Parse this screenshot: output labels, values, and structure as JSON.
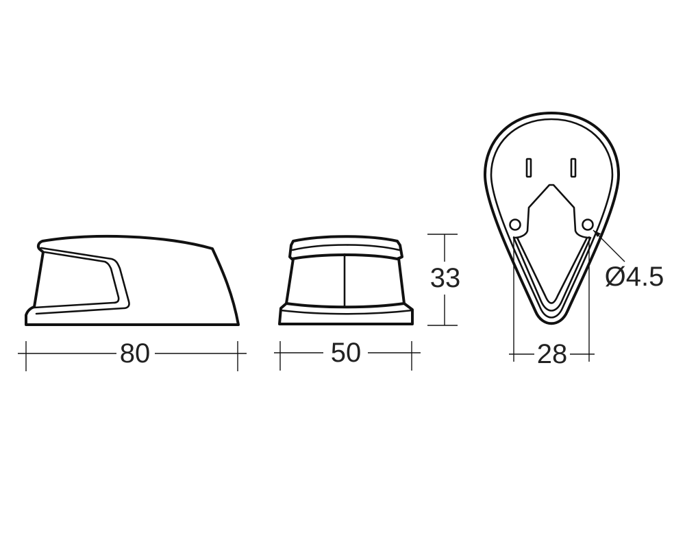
{
  "drawing": {
    "views": [
      "side-view",
      "front-view",
      "rear-view"
    ],
    "dimensions": {
      "side_length": "80",
      "front_width": "50",
      "height": "33",
      "mounting_spacing": "28",
      "hole_diameter": "Ø4.5"
    },
    "line_color": "#111111"
  }
}
